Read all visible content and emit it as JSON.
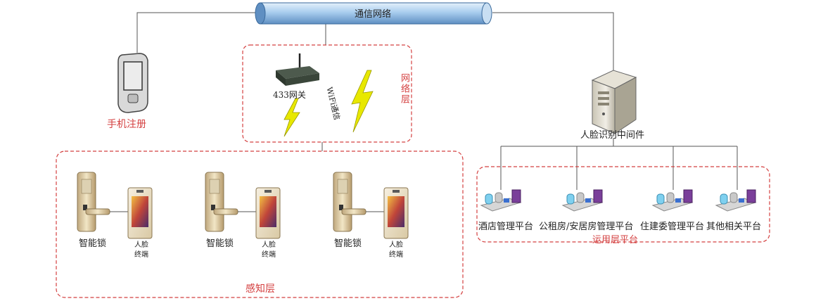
{
  "network": {
    "label": "通信网络"
  },
  "phone": {
    "label": "手机注册",
    "icon": "phone-icon"
  },
  "network_layer": {
    "label": "网络层",
    "gateway_label": "433网关",
    "wifi_label": "WiFi通信"
  },
  "perception_layer": {
    "label": "感知层",
    "units": [
      {
        "lock_label": "智能锁",
        "terminal_label_1": "人脸",
        "terminal_label_2": "终端"
      },
      {
        "lock_label": "智能锁",
        "terminal_label_1": "人脸",
        "terminal_label_2": "终端"
      },
      {
        "lock_label": "智能锁",
        "terminal_label_1": "人脸",
        "terminal_label_2": "终端"
      }
    ]
  },
  "server": {
    "label": "人脸识别中间件",
    "icon": "server-icon"
  },
  "application_layer": {
    "label": "运用层平台",
    "platforms": [
      {
        "label": "酒店管理平台"
      },
      {
        "label": "公租房/安居房管理平台"
      },
      {
        "label": "住建委管理平台"
      },
      {
        "label": "其他相关平台"
      }
    ]
  },
  "colors": {
    "dashed_border": "#d44040",
    "pipe": "#9dc3e6",
    "lightning": "#e8e800"
  }
}
